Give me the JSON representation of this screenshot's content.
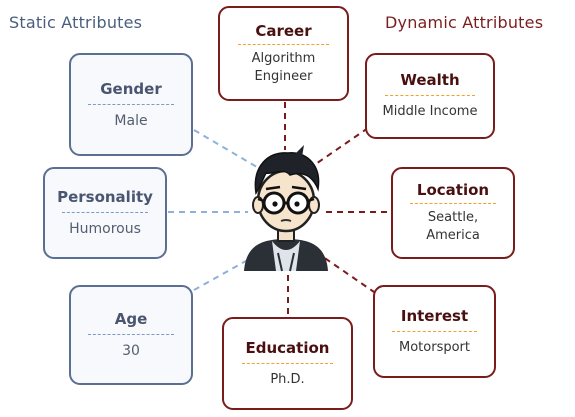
{
  "headers": {
    "static": "Static Attributes",
    "dynamic": "Dynamic Attributes"
  },
  "static_attributes": [
    {
      "key": "gender",
      "title": "Gender",
      "value": "Male"
    },
    {
      "key": "personality",
      "title": "Personality",
      "value": "Humorous"
    },
    {
      "key": "age",
      "title": "Age",
      "value": "30"
    }
  ],
  "dynamic_attributes": [
    {
      "key": "career",
      "title": "Career",
      "value": "Algorithm\nEngineer"
    },
    {
      "key": "wealth",
      "title": "Wealth",
      "value": "Middle Income"
    },
    {
      "key": "location",
      "title": "Location",
      "value": "Seattle,\nAmerica"
    },
    {
      "key": "interest",
      "title": "Interest",
      "value": "Motorsport"
    },
    {
      "key": "education",
      "title": "Education",
      "value": "Ph.D."
    }
  ],
  "colors": {
    "static_border": "#5b6f92",
    "static_link": "#8fb0d8",
    "dynamic_border": "#7a1c1c",
    "dynamic_link": "#7a1c1c",
    "dynamic_divider": "#f1a22c"
  },
  "icons": {
    "avatar": "person-with-glasses-icon"
  }
}
